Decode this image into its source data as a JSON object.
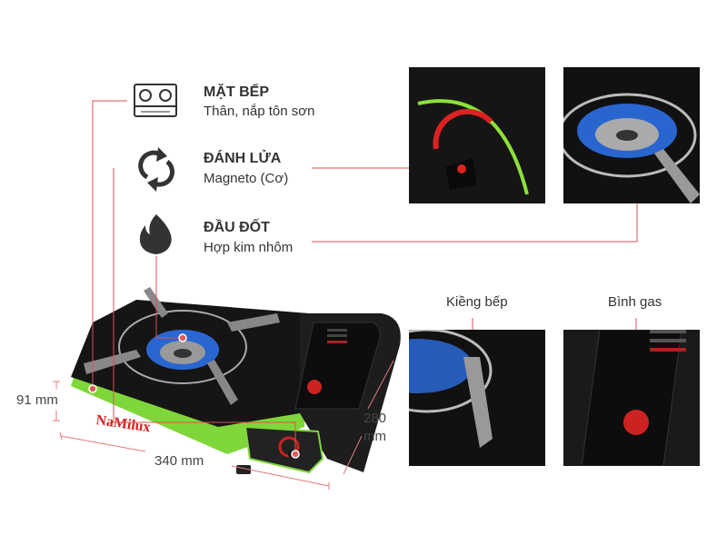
{
  "features": [
    {
      "icon": "stove-top-icon",
      "title": "MẶT BẾP",
      "subtitle": "Thân, nắp tôn sơn"
    },
    {
      "icon": "refresh-cycle-icon",
      "title": "ĐÁNH LỬA",
      "subtitle": "Magneto (Cơ)"
    },
    {
      "icon": "flame-icon",
      "title": "ĐẦU ĐỐT",
      "subtitle": "Hợp kim nhôm"
    }
  ],
  "dimensions": {
    "height": "91 mm",
    "width": "340 mm",
    "depth_line1": "280",
    "depth_line2": "mm"
  },
  "detail_labels": {
    "pot_support": "Kiềng bếp",
    "gas_canister": "Bình gas"
  },
  "product": {
    "brand": "NaMilux"
  },
  "colors": {
    "accent_line": "#d9534f",
    "stove_body": "#1a1a1a",
    "stove_trim": "#8ee03a",
    "flame": "#2f7bff",
    "brand_text": "#d82020"
  }
}
